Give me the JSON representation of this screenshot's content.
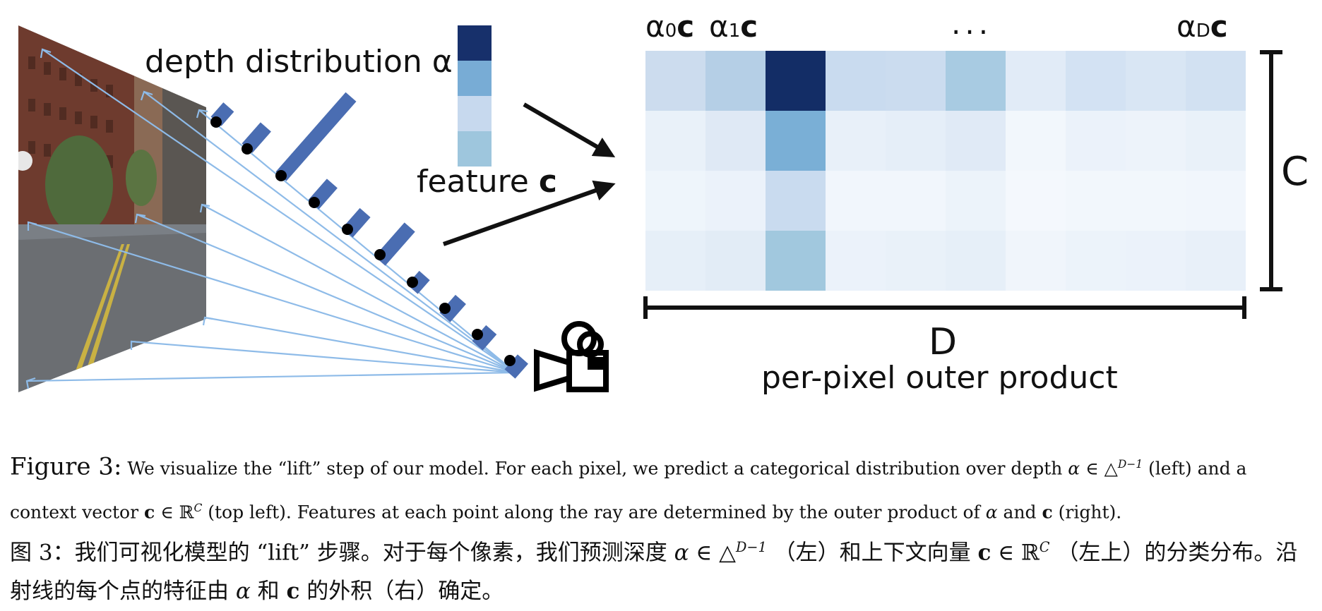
{
  "figure": {
    "labels": {
      "depth_distribution": "depth distribution α",
      "feature_prefix": "feature ",
      "feature_symbol": "c",
      "col0_alpha": "α",
      "col0_sub": "0",
      "col1_alpha": "α",
      "col1_sub": "1",
      "colD_alpha": "α",
      "colD_sub": "D",
      "col_c": "c",
      "ellipsis": "...",
      "axis_C": "C",
      "axis_D": "D",
      "outer_product": "per-pixel outer product"
    },
    "depth_alpha_colors": [
      "#17306b",
      "#78acd5",
      "#c7d9ee",
      "#9ec6dd"
    ],
    "grid_column_colors": [
      [
        "#ccdcee",
        "#e9f1f9",
        "#eef5fb",
        "#e6eff8"
      ],
      [
        "#b5cfe6",
        "#dfe9f5",
        "#ebf2fa",
        "#e2ecf6"
      ],
      [
        "#132d66",
        "#7aafd6",
        "#c9dbef",
        "#a1c8de"
      ],
      [
        "#c9dbef",
        "#e8f0f9",
        "#f1f6fc",
        "#ebf2fa"
      ],
      [
        "#cbdcef",
        "#e5eef8",
        "#f1f6fc",
        "#e9f1f9"
      ],
      [
        "#a8cbe2",
        "#e0eaf6",
        "#ecf3fa",
        "#e6eff8"
      ],
      [
        "#e1ebf7",
        "#f2f7fc",
        "#f4f8fd",
        "#f0f5fb"
      ],
      [
        "#d3e2f3",
        "#ebf2fa",
        "#f2f7fc",
        "#ecf3fa"
      ],
      [
        "#d9e6f4",
        "#edf3fa",
        "#f2f7fc",
        "#ebf2fa"
      ],
      [
        "#d2e1f2",
        "#e9f1f9",
        "#f1f6fc",
        "#e8f0f9"
      ]
    ],
    "colors": {
      "ray": "#8ebbe8",
      "bar": "#4a6db2",
      "point": "#000000",
      "axis": "#111111"
    }
  },
  "caption_en": {
    "fig_label": "Figure 3:",
    "s1": " We visualize the “lift” step of our model. For each pixel, we predict a categorical distribution over depth ",
    "alpha": "α",
    "in1": " ∈ △",
    "sup1": "D−1",
    "s2": " (left) and a context vector ",
    "c": "c",
    "in2": " ∈ ℝ",
    "sup2": "C",
    "s3": " (top left). Features at each point along the ray are determined by the outer product of ",
    "alpha2": "α",
    "s4": " and ",
    "c2": "c",
    "s5": " (right)."
  },
  "caption_zh": {
    "t1": "图 3：我们可视化模型的 “lift” 步骤。对于每个像素，我们预测深度 ",
    "alpha": "α",
    "in1": " ∈ △",
    "sup1": "D−1",
    "t2": " （左）和上下文向量 ",
    "c": "c",
    "in2": " ∈ ℝ",
    "sup2": "C",
    "t3": " （左上）的分类分布。沿射线的每个点的特征由 ",
    "alpha2": "α",
    "t4": " 和 ",
    "c2": "c",
    "t5": " 的外积（右）确定。"
  }
}
